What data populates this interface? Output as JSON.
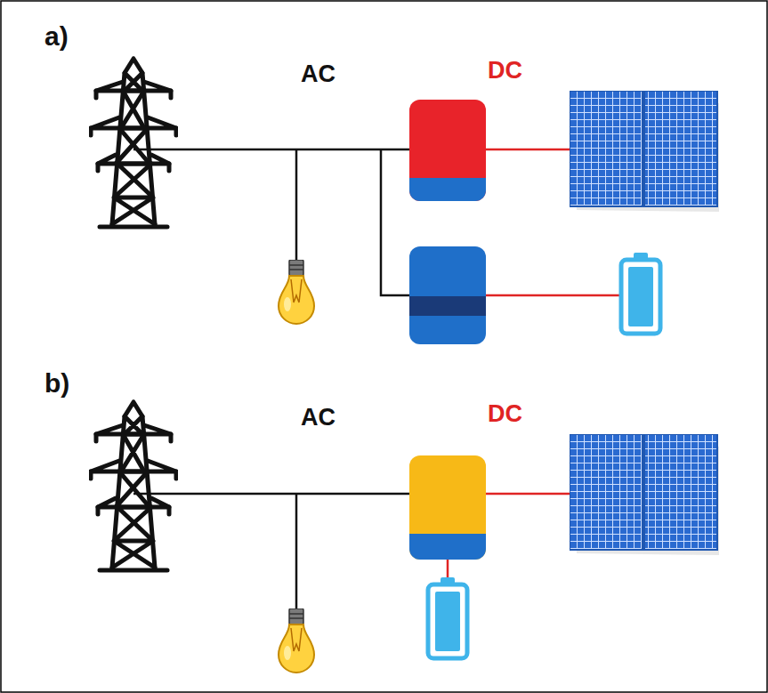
{
  "diagram": {
    "labels": [
      "a)",
      "AC",
      "DC",
      "b)",
      "AC",
      "DC"
    ]
  }
}
